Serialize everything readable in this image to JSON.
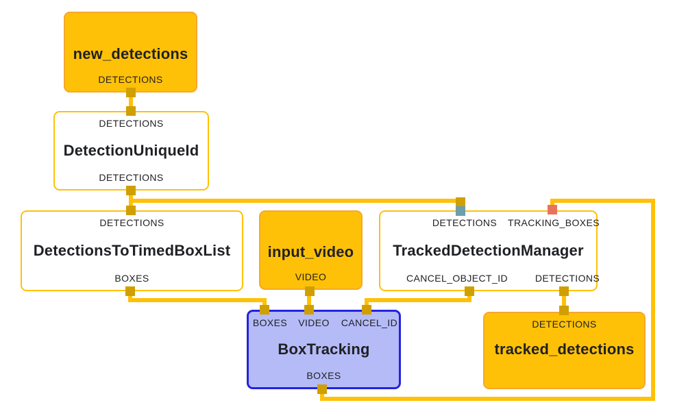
{
  "diagram_type": "node-graph",
  "colors": {
    "edge": "#FFC107",
    "calculator_node_border": "#FFC107",
    "stream_node_fill": "#FFC107",
    "highlighted_node_fill": "#B4BBF7",
    "highlighted_node_border": "#2323DF",
    "port_default": "#D09F02",
    "port_teal": "#6D9EAB",
    "port_red": "#E8735C",
    "text": "#202124"
  },
  "nodes": {
    "new_detections": {
      "title": "new_detections",
      "outputs": [
        "DETECTIONS"
      ]
    },
    "detection_unique_id": {
      "title": "DetectionUniqueId",
      "inputs": [
        "DETECTIONS"
      ],
      "outputs": [
        "DETECTIONS"
      ]
    },
    "detections_to_timed_box_list": {
      "title": "DetectionsToTimedBoxList",
      "inputs": [
        "DETECTIONS"
      ],
      "outputs": [
        "BOXES"
      ]
    },
    "input_video": {
      "title": "input_video",
      "outputs": [
        "VIDEO"
      ]
    },
    "tracked_detection_manager": {
      "title": "TrackedDetectionManager",
      "inputs": [
        "DETECTIONS",
        "TRACKING_BOXES"
      ],
      "outputs": [
        "CANCEL_OBJECT_ID",
        "DETECTIONS"
      ]
    },
    "box_tracking": {
      "title": "BoxTracking",
      "inputs": [
        "BOXES",
        "VIDEO",
        "CANCEL_ID"
      ],
      "outputs": [
        "BOXES"
      ]
    },
    "tracked_detections": {
      "title": "tracked_detections",
      "inputs": [
        "DETECTIONS"
      ]
    }
  },
  "edges": [
    {
      "from": "new_detections.DETECTIONS",
      "to": "DetectionUniqueId.DETECTIONS"
    },
    {
      "from": "DetectionUniqueId.DETECTIONS",
      "to": "DetectionsToTimedBoxList.DETECTIONS"
    },
    {
      "from": "DetectionUniqueId.DETECTIONS",
      "to": "TrackedDetectionManager.DETECTIONS"
    },
    {
      "from": "DetectionsToTimedBoxList.BOXES",
      "to": "BoxTracking.BOXES"
    },
    {
      "from": "input_video.VIDEO",
      "to": "BoxTracking.VIDEO"
    },
    {
      "from": "TrackedDetectionManager.CANCEL_OBJECT_ID",
      "to": "BoxTracking.CANCEL_ID"
    },
    {
      "from": "TrackedDetectionManager.DETECTIONS",
      "to": "tracked_detections.DETECTIONS"
    },
    {
      "from": "BoxTracking.BOXES",
      "to": "TrackedDetectionManager.TRACKING_BOXES"
    }
  ]
}
